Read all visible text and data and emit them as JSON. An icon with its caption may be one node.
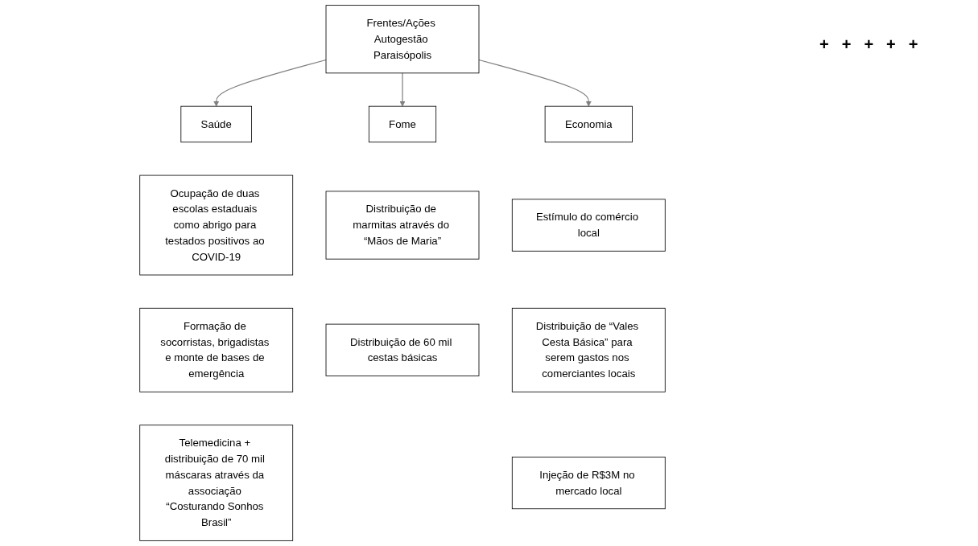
{
  "diagram": {
    "nodes": [
      {
        "text": [
          "Frentes/Ações Autogestão Paraisópolis"
        ]
      },
      {
        "text": [
          "Saúde"
        ]
      },
      {
        "text": [
          "Fome"
        ]
      },
      {
        "text": [
          "Economia"
        ]
      },
      {
        "text": [
          "Ocupação de duas escolas estaduais como abrigo para testados positivos ao COVID-19"
        ]
      },
      {
        "text": [
          "Formação de socorristas, brigadistas e monte de bases de emergência"
        ]
      },
      {
        "text": [
          "Telemedicina + distribuição de 70 mil máscaras através da associação “Costurando Sonhos Brasil”"
        ]
      },
      {
        "text": [
          "Distribuição de marmitas através do “Mãos de Maria”"
        ]
      },
      {
        "text": [
          "Distribuição de 60 mil cestas básicas"
        ]
      },
      {
        "text": [
          "Estímulo do comércio local"
        ]
      },
      {
        "text": [
          "Distribuição de “Vales Cesta Básica” para serem gastos nos comerciantes locais"
        ]
      },
      {
        "text": [
          "Injeção de R$3M no mercado local"
        ]
      }
    ],
    "edges": [
      {
        "from": 0,
        "to": 1,
        "arrow": "to"
      },
      {
        "from": 0,
        "to": 2,
        "arrow": "to"
      },
      {
        "from": 0,
        "to": 3,
        "arrow": "to"
      }
    ],
    "labels": [
      "+",
      "+",
      "+",
      "+",
      "+"
    ]
  }
}
